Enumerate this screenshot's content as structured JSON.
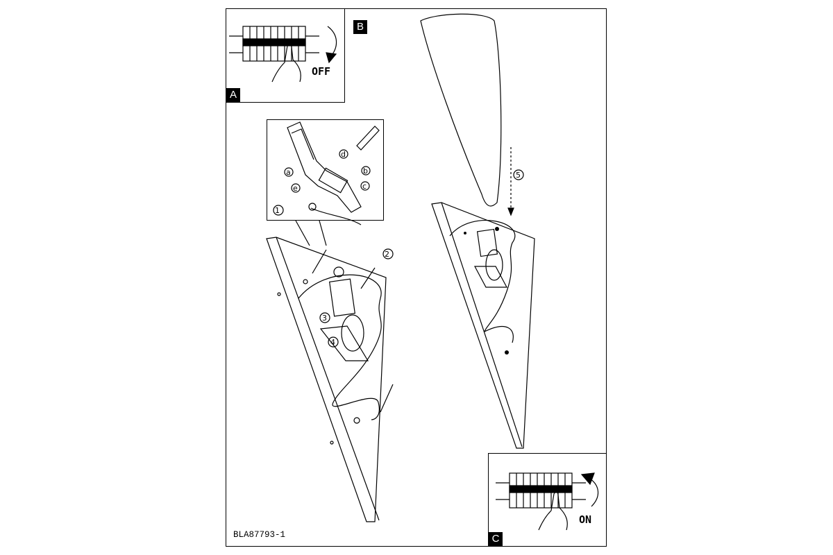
{
  "panels": {
    "a": {
      "tag": "A",
      "switch_label": "OFF"
    },
    "b": {
      "tag": "B"
    },
    "c": {
      "tag": "C",
      "switch_label": "ON"
    }
  },
  "steps": [
    "①",
    "②",
    "③",
    "④",
    "⑤"
  ],
  "detail_letters": [
    "a",
    "b",
    "c",
    "d",
    "e"
  ],
  "document_code": "BLA87793-1"
}
